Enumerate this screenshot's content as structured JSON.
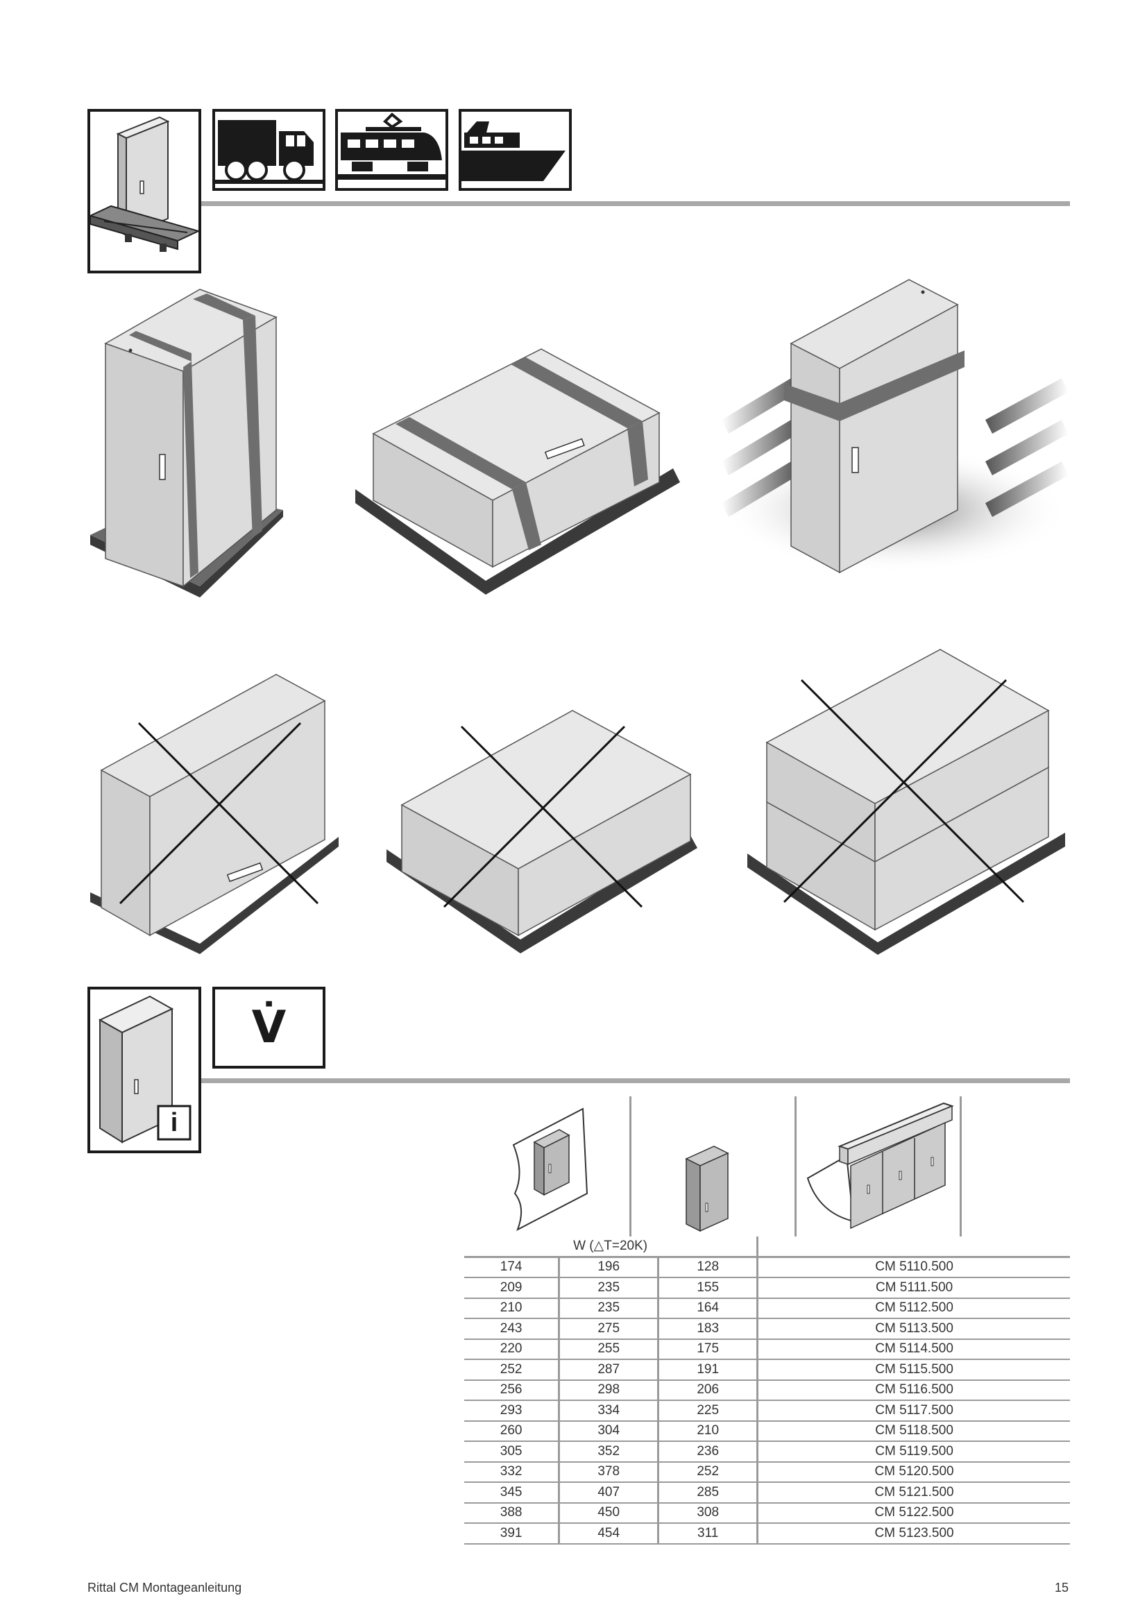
{
  "icons": {
    "transport": [
      "cabinet-on-pallet-icon",
      "truck-icon",
      "train-icon",
      "ship-icon"
    ],
    "storage": [
      "cabinet-info-icon",
      "airflow-symbol-icon"
    ],
    "info_badge": "i",
    "flow_symbol": "V̇"
  },
  "table": {
    "header": "W (△T=20K)",
    "columns": [
      "wall-mounted-cabinet-icon",
      "free-standing-cabinet-icon",
      "baying-cabinet-icon",
      ""
    ],
    "rows": [
      [
        "174",
        "196",
        "128",
        "CM 5110.500"
      ],
      [
        "209",
        "235",
        "155",
        "CM 5111.500"
      ],
      [
        "210",
        "235",
        "164",
        "CM 5112.500"
      ],
      [
        "243",
        "275",
        "183",
        "CM 5113.500"
      ],
      [
        "220",
        "255",
        "175",
        "CM 5114.500"
      ],
      [
        "252",
        "287",
        "191",
        "CM 5115.500"
      ],
      [
        "256",
        "298",
        "206",
        "CM 5116.500"
      ],
      [
        "293",
        "334",
        "225",
        "CM 5117.500"
      ],
      [
        "260",
        "304",
        "210",
        "CM 5118.500"
      ],
      [
        "305",
        "352",
        "236",
        "CM 5119.500"
      ],
      [
        "332",
        "378",
        "252",
        "CM 5120.500"
      ],
      [
        "345",
        "407",
        "285",
        "CM 5121.500"
      ],
      [
        "388",
        "450",
        "308",
        "CM 5122.500"
      ],
      [
        "391",
        "454",
        "311",
        "CM 5123.500"
      ]
    ]
  },
  "footer": {
    "left": "Rittal CM Montageanleitung",
    "page": "15"
  },
  "colors": {
    "rule": "#a8a8a8",
    "panel": "#d9d9d9",
    "strap": "#6e6e6e",
    "pallet": "#3a3a3a"
  }
}
